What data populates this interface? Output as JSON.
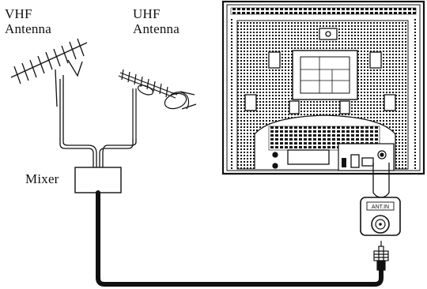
{
  "labels": {
    "vhf": {
      "line1": "VHF",
      "line2": "Antenna"
    },
    "uhf": {
      "line1": "UHF",
      "line2": "Antenna"
    },
    "mixer": "Mixer"
  },
  "tv_back": {
    "terminal_tag": "ANT.IN"
  },
  "colors": {
    "ink": "#111111",
    "paper": "#ffffff"
  }
}
